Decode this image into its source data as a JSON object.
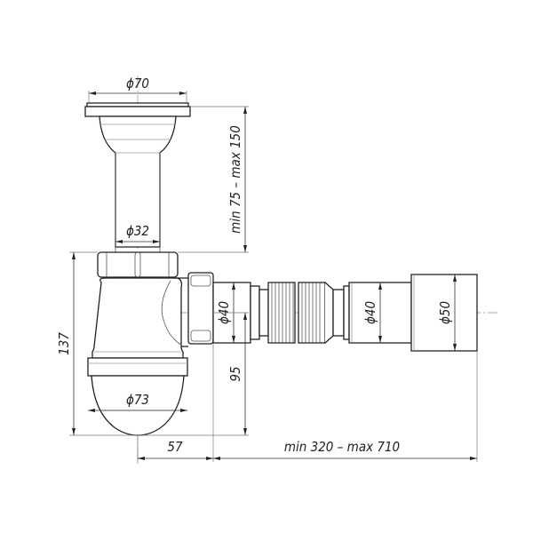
{
  "drawing": {
    "subject": "bottle sink siphon with flexible outlet hose",
    "line_color": "#222222",
    "background": "#ffffff"
  },
  "dimensions": {
    "strainer_diameter": "ϕ70",
    "tailpiece_diameter": "ϕ32",
    "tailpiece_length": "min 75 – max 150",
    "outlet_diameter_left": "ϕ40",
    "hose_diameter_right": "ϕ40",
    "hose_end_diameter": "ϕ50",
    "bottle_diameter": "ϕ73",
    "total_height": "137",
    "outlet_height": "95",
    "offset_width": "57",
    "hose_length": "min 320 – max 710"
  }
}
